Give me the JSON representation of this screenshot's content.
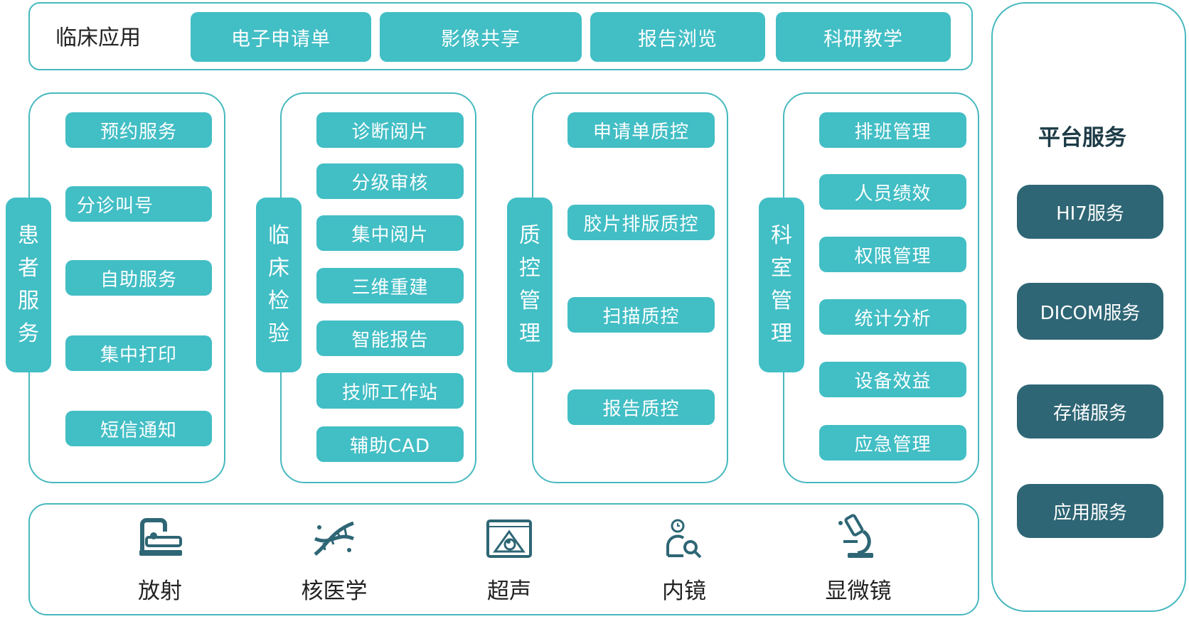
{
  "clinical_apps": {
    "title": "临床应用",
    "items": [
      "电子申请单",
      "影像共享",
      "报告浏览",
      "科研教学"
    ]
  },
  "patient_service": {
    "tab": [
      "患",
      "者",
      "服",
      "务"
    ],
    "items": [
      "预约服务",
      "分诊叫号",
      "自助服务",
      "集中打印",
      "短信通知"
    ]
  },
  "clinical_exam": {
    "tab": [
      "临",
      "床",
      "检",
      "验"
    ],
    "items": [
      "诊断阅片",
      "分级审核",
      "集中阅片",
      "三维重建",
      "智能报告",
      "技师工作站",
      "辅助CAD"
    ]
  },
  "qc_management": {
    "tab": [
      "质",
      "控",
      "管",
      "理"
    ],
    "items": [
      "申请单质控",
      "胶片排版质控",
      "扫描质控",
      "报告质控"
    ]
  },
  "dept_management": {
    "tab": [
      "科",
      "室",
      "管",
      "理"
    ],
    "items": [
      "排班管理",
      "人员绩效",
      "权限管理",
      "统计分析",
      "设备效益",
      "应急管理"
    ]
  },
  "platform": {
    "title": "平台服务",
    "items": [
      "HI7服务",
      "DICOM服务",
      "存储服务",
      "应用服务"
    ]
  },
  "modalities": [
    {
      "label": "放射",
      "icon": "radiology-icon"
    },
    {
      "label": "核医学",
      "icon": "dna-icon"
    },
    {
      "label": "超声",
      "icon": "ultrasound-icon"
    },
    {
      "label": "内镜",
      "icon": "endoscope-icon"
    },
    {
      "label": "显微镜",
      "icon": "microscope-icon"
    }
  ],
  "colors": {
    "teal": "#42bec5",
    "dark_teal": "#2e6675",
    "border": "#47b9bf",
    "icon": "#2e6675"
  }
}
